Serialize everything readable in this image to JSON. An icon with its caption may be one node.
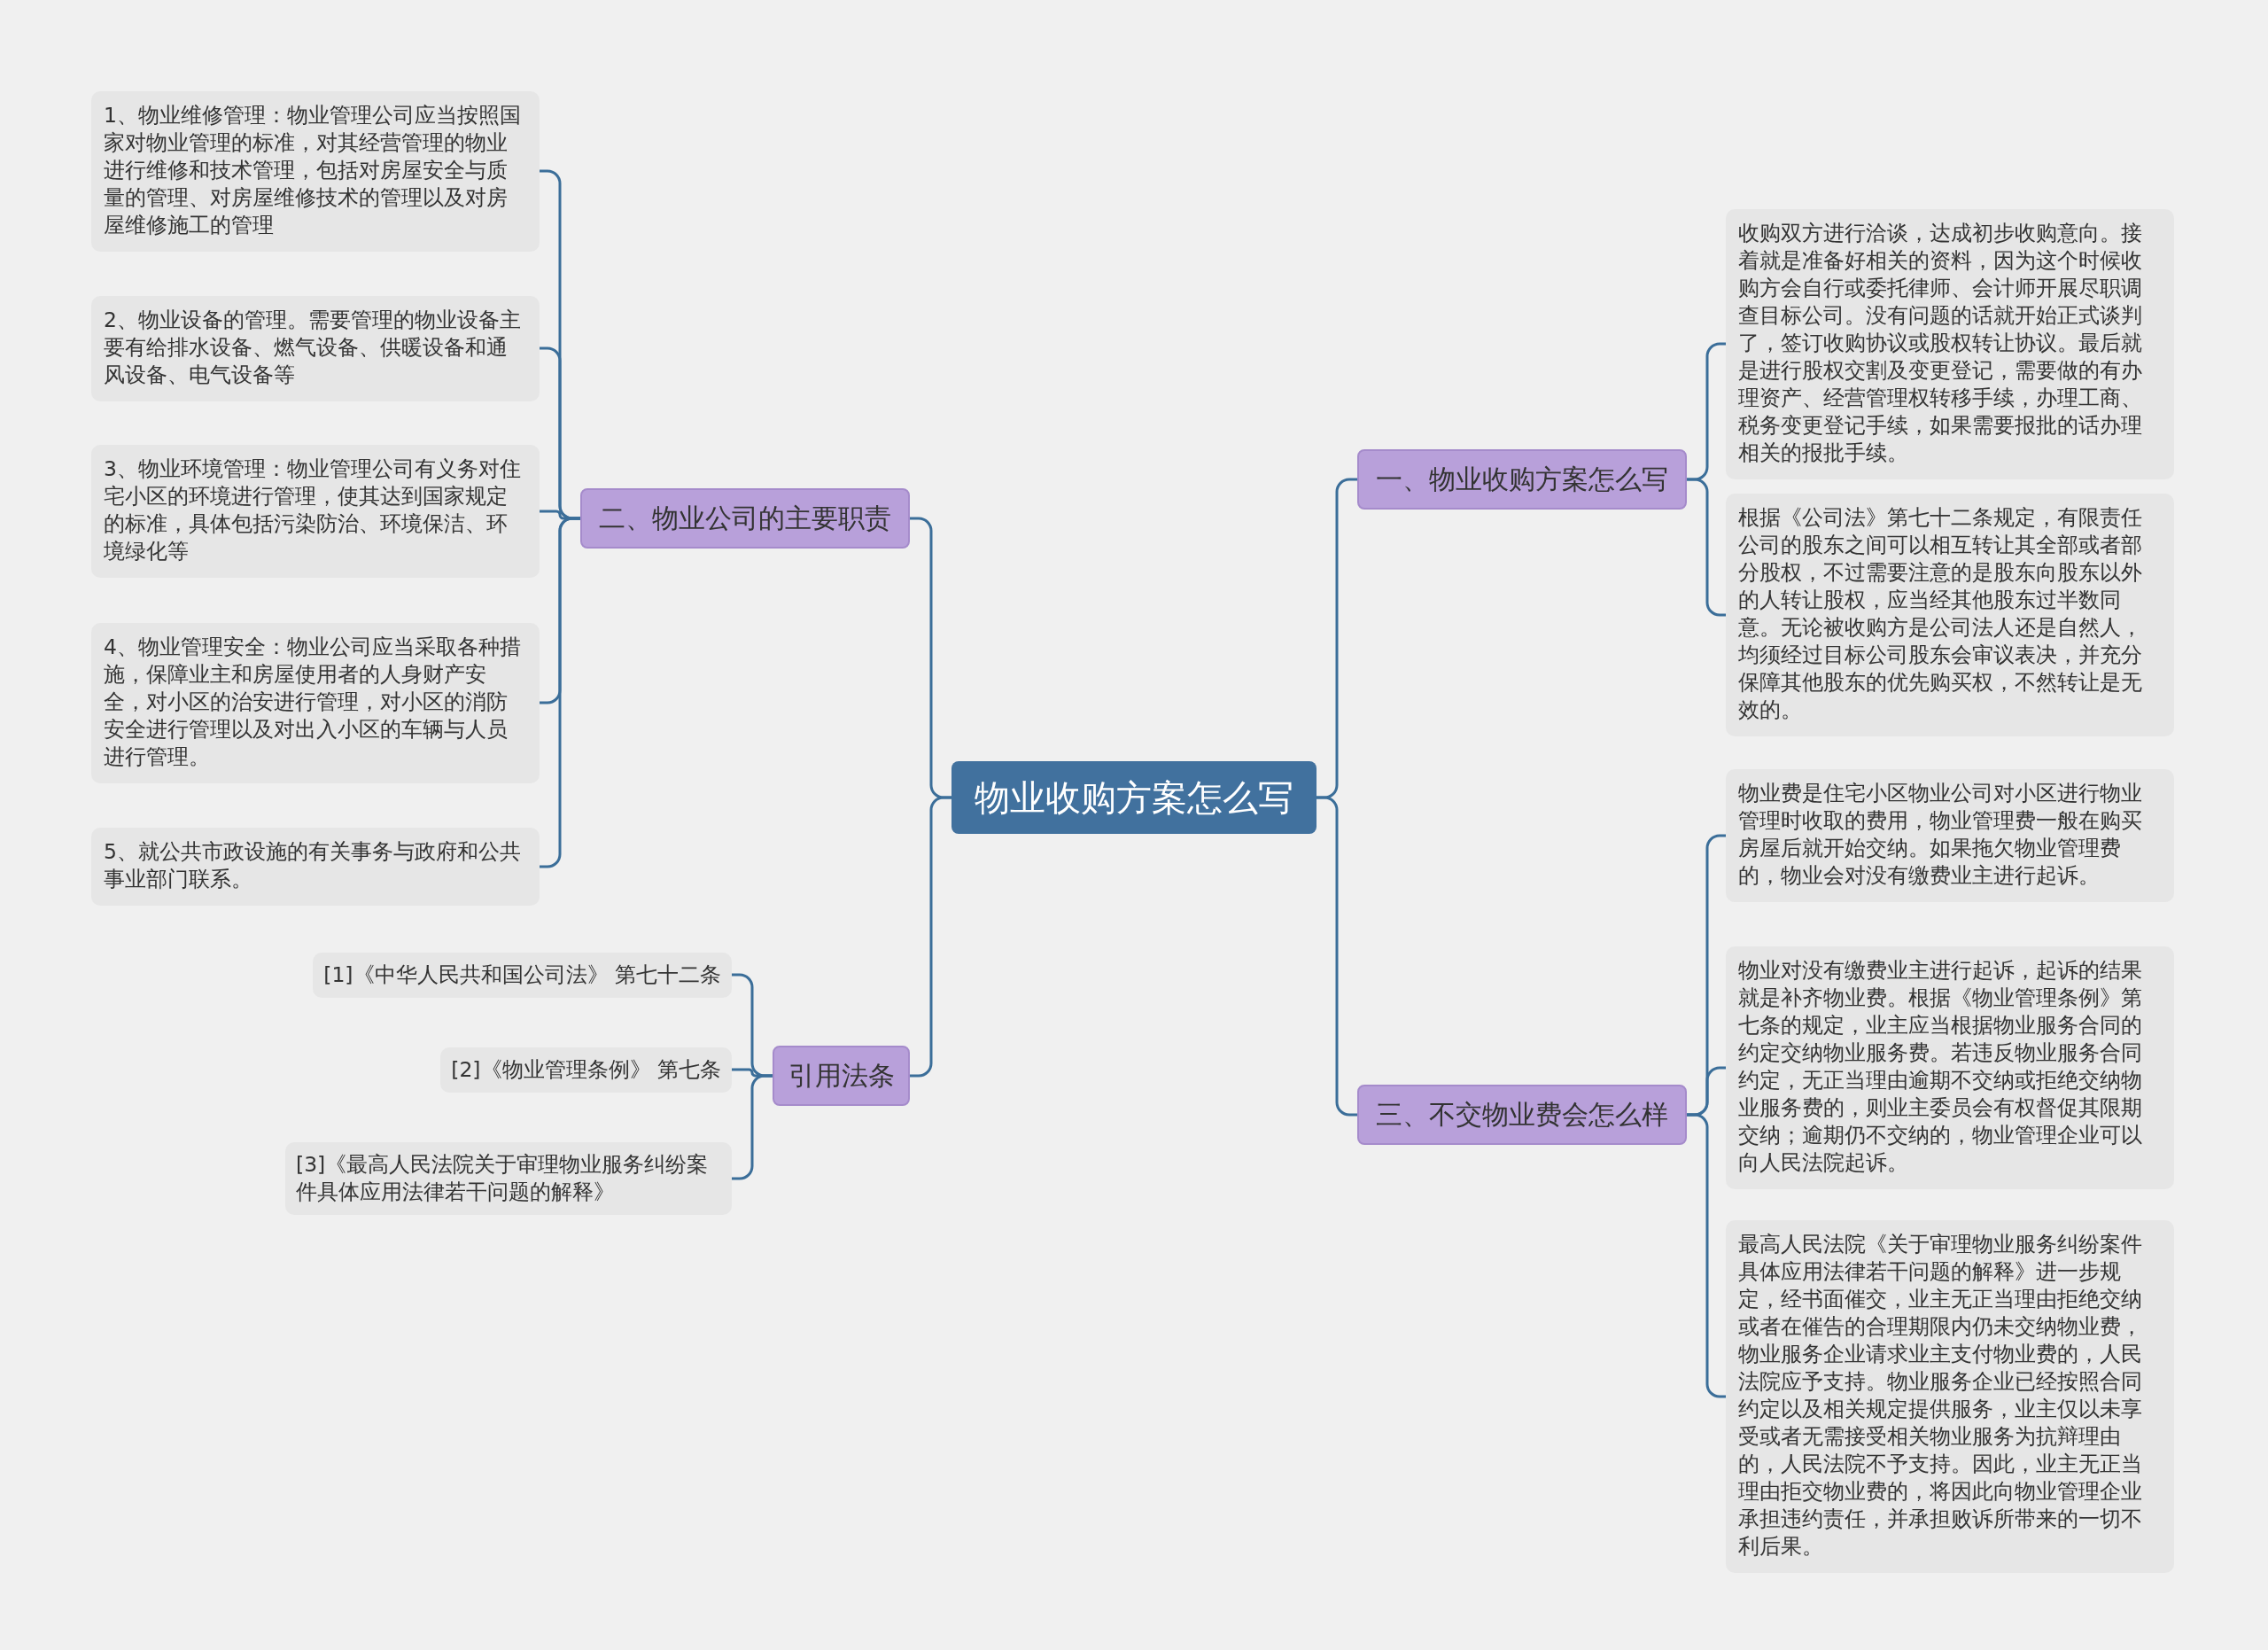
{
  "diagram": {
    "nodes": [
      {
        "text": [
          "物业收购方案怎么写"
        ]
      },
      {
        "text": [
          "一、物业收购方案怎么写"
        ]
      },
      {
        "text": [
          "收购双方进行洽谈，达成初步收购意向。接着就是准备好相关的资料，因为这个时候收购方会自行或委托律师、会计师开展尽职调查目标公司。没有问题的话就开始正式谈判了，签订收购协议或股权转让协议。最后就是进行股权交割及变更登记，需要做的有办理资产、经营管理权转移手续，办理工商、税务变更登记手续，如果需要报批的话办理相关的报批手续。"
        ]
      },
      {
        "text": [
          "根据《公司法》第七十二条规定，有限责任公司的股东之间可以相互转让其全部或者部分股权，不过需要注意的是股东向股东以外的人转让股权，应当经其他股东过半数同意。无论被收购方是公司法人还是自然人，均须经过目标公司股东会审议表决，并充分保障其他股东的优先购买权，不然转让是无效的。"
        ]
      },
      {
        "text": [
          "三、不交物业费会怎么样"
        ]
      },
      {
        "text": [
          "物业费是住宅小区物业公司对小区进行物业管理时收取的费用，物业管理费一般在购买房屋后就开始交纳。如果拖欠物业管理费的，物业会对没有缴费业主进行起诉。"
        ]
      },
      {
        "text": [
          "物业对没有缴费业主进行起诉，起诉的结果就是补齐物业费。根据《物业管理条例》第七条的规定，业主应当根据物业服务合同的约定交纳物业服务费。若违反物业服务合同约定，无正当理由逾期不交纳或拒绝交纳物业服务费的，则业主委员会有权督促其限期交纳；逾期仍不交纳的，物业管理企业可以向人民法院起诉。"
        ]
      },
      {
        "text": [
          "最高人民法院《关于审理物业服务纠纷案件具体应用法律若干问题的解释》进一步规定，经书面催交，业主无正当理由拒绝交纳或者在催告的合理期限内仍未交纳物业费，物业服务企业请求业主支付物业费的，人民法院应予支持。物业服务企业已经按照合同约定以及相关规定提供服务，业主仅以未享受或者无需接受相关物业服务为抗辩理由的，人民法院不予支持。因此，业主无正当理由拒交物业费的，将因此向物业管理企业承担违约责任，并承担败诉所带来的一切不利后果。"
        ]
      },
      {
        "text": [
          "二、物业公司的主要职责"
        ]
      },
      {
        "text": [
          "1、物业维修管理：物业管理公司应当按照国家对物业管理的标准，对其经营管理的物业进行维修和技术管理，包括对房屋安全与质量的管理、对房屋维修技术的管理以及对房屋维修施工的管理"
        ]
      },
      {
        "text": [
          "2、物业设备的管理。需要管理的物业设备主要有给排水设备、燃气设备、供暖设备和通风设备、电气设备等"
        ]
      },
      {
        "text": [
          "3、物业环境管理：物业管理公司有义务对住宅小区的环境进行管理，使其达到国家规定的标准，具体包括污染防治、环境保洁、环境绿化等"
        ]
      },
      {
        "text": [
          "4、物业管理安全：物业公司应当采取各种措施，保障业主和房屋使用者的人身财产安全，对小区的治安进行管理，对小区的消防安全进行管理以及对出入小区的车辆与人员进行管理。"
        ]
      },
      {
        "text": [
          "5、就公共市政设施的有关事务与政府和公共事业部门联系。"
        ]
      },
      {
        "text": [
          "引用法条"
        ]
      },
      {
        "text": [
          "[1]《中华人民共和国公司法》 第七十二条"
        ]
      },
      {
        "text": [
          "[2]《物业管理条例》 第七条"
        ]
      },
      {
        "text": [
          "[3]《最高人民法院关于审理物业服务纠纷案件具体应用法律若干问题的解释》"
        ]
      }
    ],
    "edges": [
      {
        "from": 0,
        "to": 1,
        "arrow": "none"
      },
      {
        "from": 1,
        "to": 2,
        "arrow": "none"
      },
      {
        "from": 1,
        "to": 3,
        "arrow": "none"
      },
      {
        "from": 0,
        "to": 4,
        "arrow": "none"
      },
      {
        "from": 4,
        "to": 5,
        "arrow": "none"
      },
      {
        "from": 4,
        "to": 6,
        "arrow": "none"
      },
      {
        "from": 4,
        "to": 7,
        "arrow": "none"
      },
      {
        "from": 0,
        "to": 8,
        "arrow": "none"
      },
      {
        "from": 8,
        "to": 9,
        "arrow": "none"
      },
      {
        "from": 8,
        "to": 10,
        "arrow": "none"
      },
      {
        "from": 8,
        "to": 11,
        "arrow": "none"
      },
      {
        "from": 8,
        "to": 12,
        "arrow": "none"
      },
      {
        "from": 8,
        "to": 13,
        "arrow": "none"
      },
      {
        "from": 0,
        "to": 14,
        "arrow": "none"
      },
      {
        "from": 14,
        "to": 15,
        "arrow": "none"
      },
      {
        "from": 14,
        "to": 16,
        "arrow": "none"
      },
      {
        "from": 14,
        "to": 17,
        "arrow": "none"
      }
    ]
  }
}
